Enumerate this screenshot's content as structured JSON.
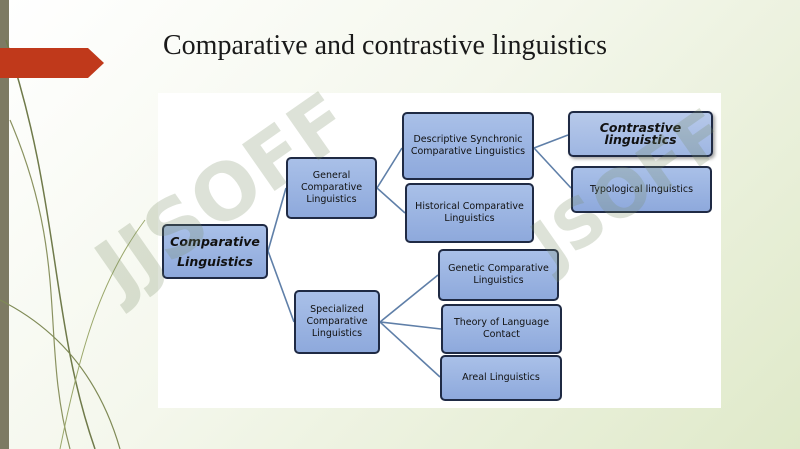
{
  "slide": {
    "title": "Comparative and contrastive linguistics"
  },
  "diagram": {
    "root": "Comparative Linguistics",
    "general": "General Comparative Linguistics",
    "specialized": "Specialized Comparative Linguistics",
    "descriptive_synchronic": "Descriptive Synchronic Comparative Linguistics",
    "historical": "Historical Comparative Linguistics",
    "contrastive": "Contrastive linguistics",
    "typological": "Typological linguistics",
    "genetic": "Genetic Comparative Linguistics",
    "language_contact": "Theory of Language Contact",
    "areal": "Areal Linguistics"
  },
  "watermark": {
    "text1": "JJSOFF",
    "text2": "JSOFF"
  },
  "colors": {
    "node_fill": "#8ea9dc",
    "node_border": "#1f2a44",
    "accent_arrow": "#c0391b",
    "left_bar": "#7d7a63"
  }
}
